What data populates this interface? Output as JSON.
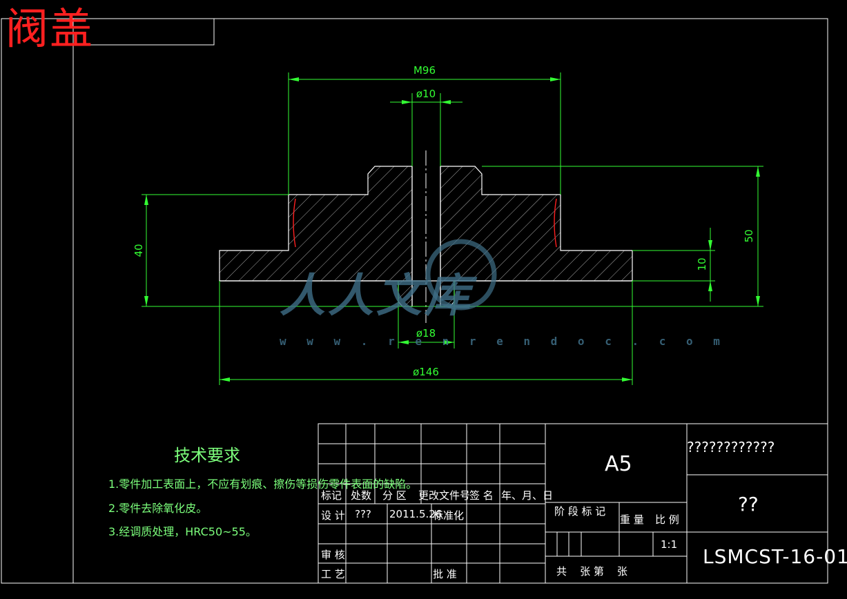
{
  "title": "阀盖",
  "dimensions": {
    "m96": "M96",
    "d10": "ø10",
    "d18": "ø18",
    "d146": "ø146",
    "h40": "40",
    "h50": "50",
    "h10": "10"
  },
  "tech_requirements": {
    "heading": "技术要求",
    "items": [
      "1.零件加工表面上，不应有划痕、擦伤等损伤零件表面的缺陷。",
      "2.零件去除氧化皮。",
      "3.经调质处理，HRC50~55。"
    ]
  },
  "title_block": {
    "header_row": [
      "标记",
      "处数",
      "分 区",
      "更改文件号",
      "签 名",
      "年、月、日"
    ],
    "design_label": "设 计",
    "design_name": "???",
    "design_date": "2011.5.26",
    "standardize": "标准化",
    "review": "审 核",
    "process": "工 艺",
    "approve": "批 准",
    "stage_mark": "阶 段 标 记",
    "weight": "重 量",
    "scale": "比 例",
    "scale_value": "1:1",
    "sheets": "共    张 第    张",
    "size": "A5",
    "company": "????????????",
    "part_name": "??",
    "drawing_no": "LSMCST-16-01"
  },
  "watermark": {
    "logo": "人人文库",
    "url": "w w w . r e n r e n d o c . c o m"
  },
  "colors": {
    "outline": "#ffffff",
    "dimension": "#33ff33",
    "hatch": "#ffffff",
    "title": "#ff2020",
    "edge_red": "#ff2020"
  }
}
